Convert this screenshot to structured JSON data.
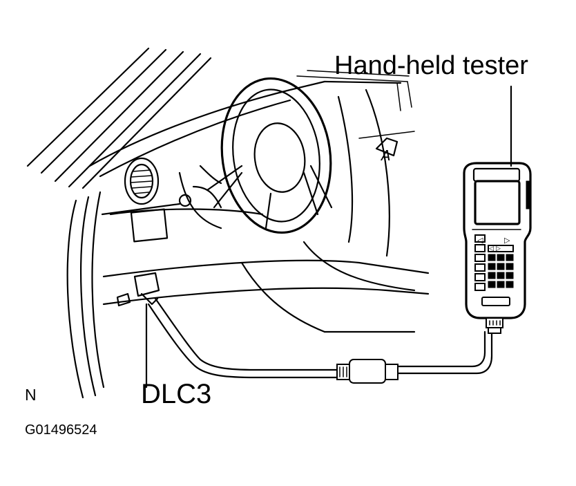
{
  "labels": {
    "tester": "Hand-held tester",
    "connector": "DLC3",
    "corner_letter": "N",
    "figure_code": "G01496524"
  },
  "icons": {
    "tester_keys": [
      "◁",
      "▷",
      "◁",
      "▷"
    ],
    "dash_emblem": "A"
  },
  "colors": {
    "ink": "#000000",
    "paper": "#ffffff"
  }
}
